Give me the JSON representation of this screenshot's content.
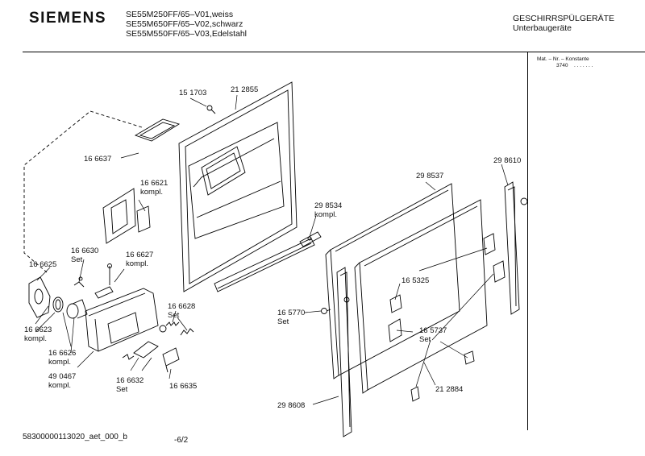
{
  "header": {
    "brand": "SIEMENS",
    "models": [
      "SE55M250FF/65–V01,weiss",
      "SE55M650FF/65–V02,schwarz",
      "SE55M550FF/65–V03,Edelstahl"
    ],
    "category": "GESCHIRRSPÜLGERÄTE",
    "subcategory": "Unterbaugeräte"
  },
  "side_panel": {
    "title": "Mat. – Nr. – Konstante",
    "value": "3740",
    "dots": ". . . . . . ."
  },
  "parts": [
    {
      "number": "15 1703",
      "note": ""
    },
    {
      "number": "21 2855",
      "note": ""
    },
    {
      "number": "16 6637",
      "note": ""
    },
    {
      "number": "16 6621",
      "note": "kompl."
    },
    {
      "number": "29 8534",
      "note": "kompl."
    },
    {
      "number": "29 8537",
      "note": ""
    },
    {
      "number": "29 8610",
      "note": ""
    },
    {
      "number": "16 6630",
      "note": "Set"
    },
    {
      "number": "16 6627",
      "note": "kompl."
    },
    {
      "number": "16 6625",
      "note": ""
    },
    {
      "number": "16 6628",
      "note": "Set"
    },
    {
      "number": "16 6623",
      "note": "kompl."
    },
    {
      "number": "16 6626",
      "note": "kompl."
    },
    {
      "number": "49 0467",
      "note": "kompl."
    },
    {
      "number": "16 6632",
      "note": "Set"
    },
    {
      "number": "16 6635",
      "note": ""
    },
    {
      "number": "16 5325",
      "note": ""
    },
    {
      "number": "16 5770",
      "note": "Set"
    },
    {
      "number": "16 5737",
      "note": "Set"
    },
    {
      "number": "21 2884",
      "note": ""
    },
    {
      "number": "29 8608",
      "note": ""
    }
  ],
  "footer": {
    "document_id": "58300000113020_aet_000_b",
    "page": "-6/2"
  }
}
